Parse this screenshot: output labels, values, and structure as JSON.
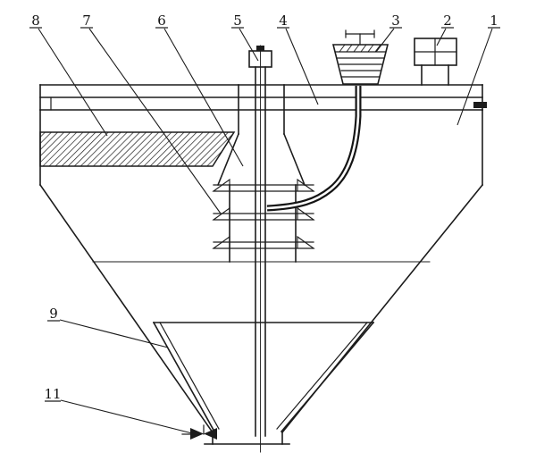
{
  "figure": {
    "type": "technical-line-drawing",
    "background": "#ffffff",
    "line_color": "#1c1c1c"
  },
  "callouts": [
    {
      "label": "8"
    },
    {
      "label": "7"
    },
    {
      "label": "6"
    },
    {
      "label": "5"
    },
    {
      "label": "4"
    },
    {
      "label": "3"
    },
    {
      "label": "2"
    },
    {
      "label": "1"
    },
    {
      "label": "9"
    },
    {
      "label": "11"
    }
  ]
}
